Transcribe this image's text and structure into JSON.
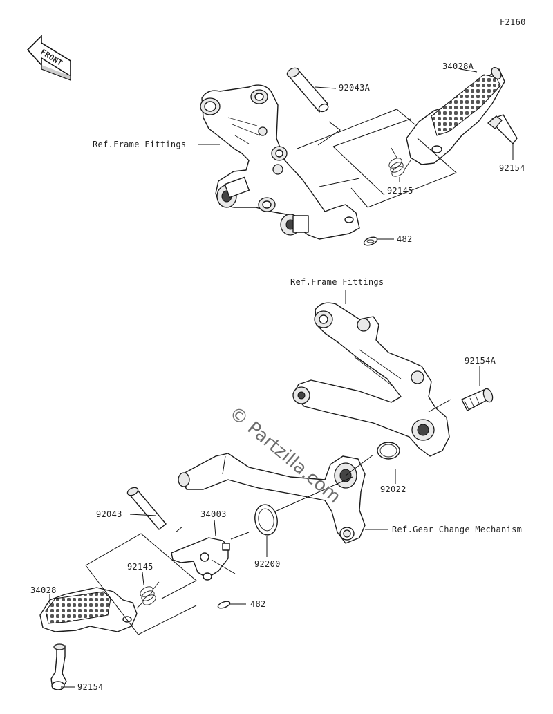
{
  "figure_code": "F2160",
  "front_arrow": {
    "text": "FRONT"
  },
  "watermark": "© Partzilla.com",
  "labels": {
    "p92043A": "92043A",
    "p34028A": "34028A",
    "refFrame1": "Ref.Frame Fittings",
    "p92154_top": "92154",
    "p92145_top": "92145",
    "p482_top": "482",
    "refFrame2": "Ref.Frame Fittings",
    "p92154A": "92154A",
    "p92022": "92022",
    "refGear": "Ref.Gear Change Mechanism",
    "p92043": "92043",
    "p34003": "34003",
    "p92200": "92200",
    "p92145_bot": "92145",
    "p34028": "34028",
    "p482_bot": "482",
    "p92154_bot": "92154"
  }
}
